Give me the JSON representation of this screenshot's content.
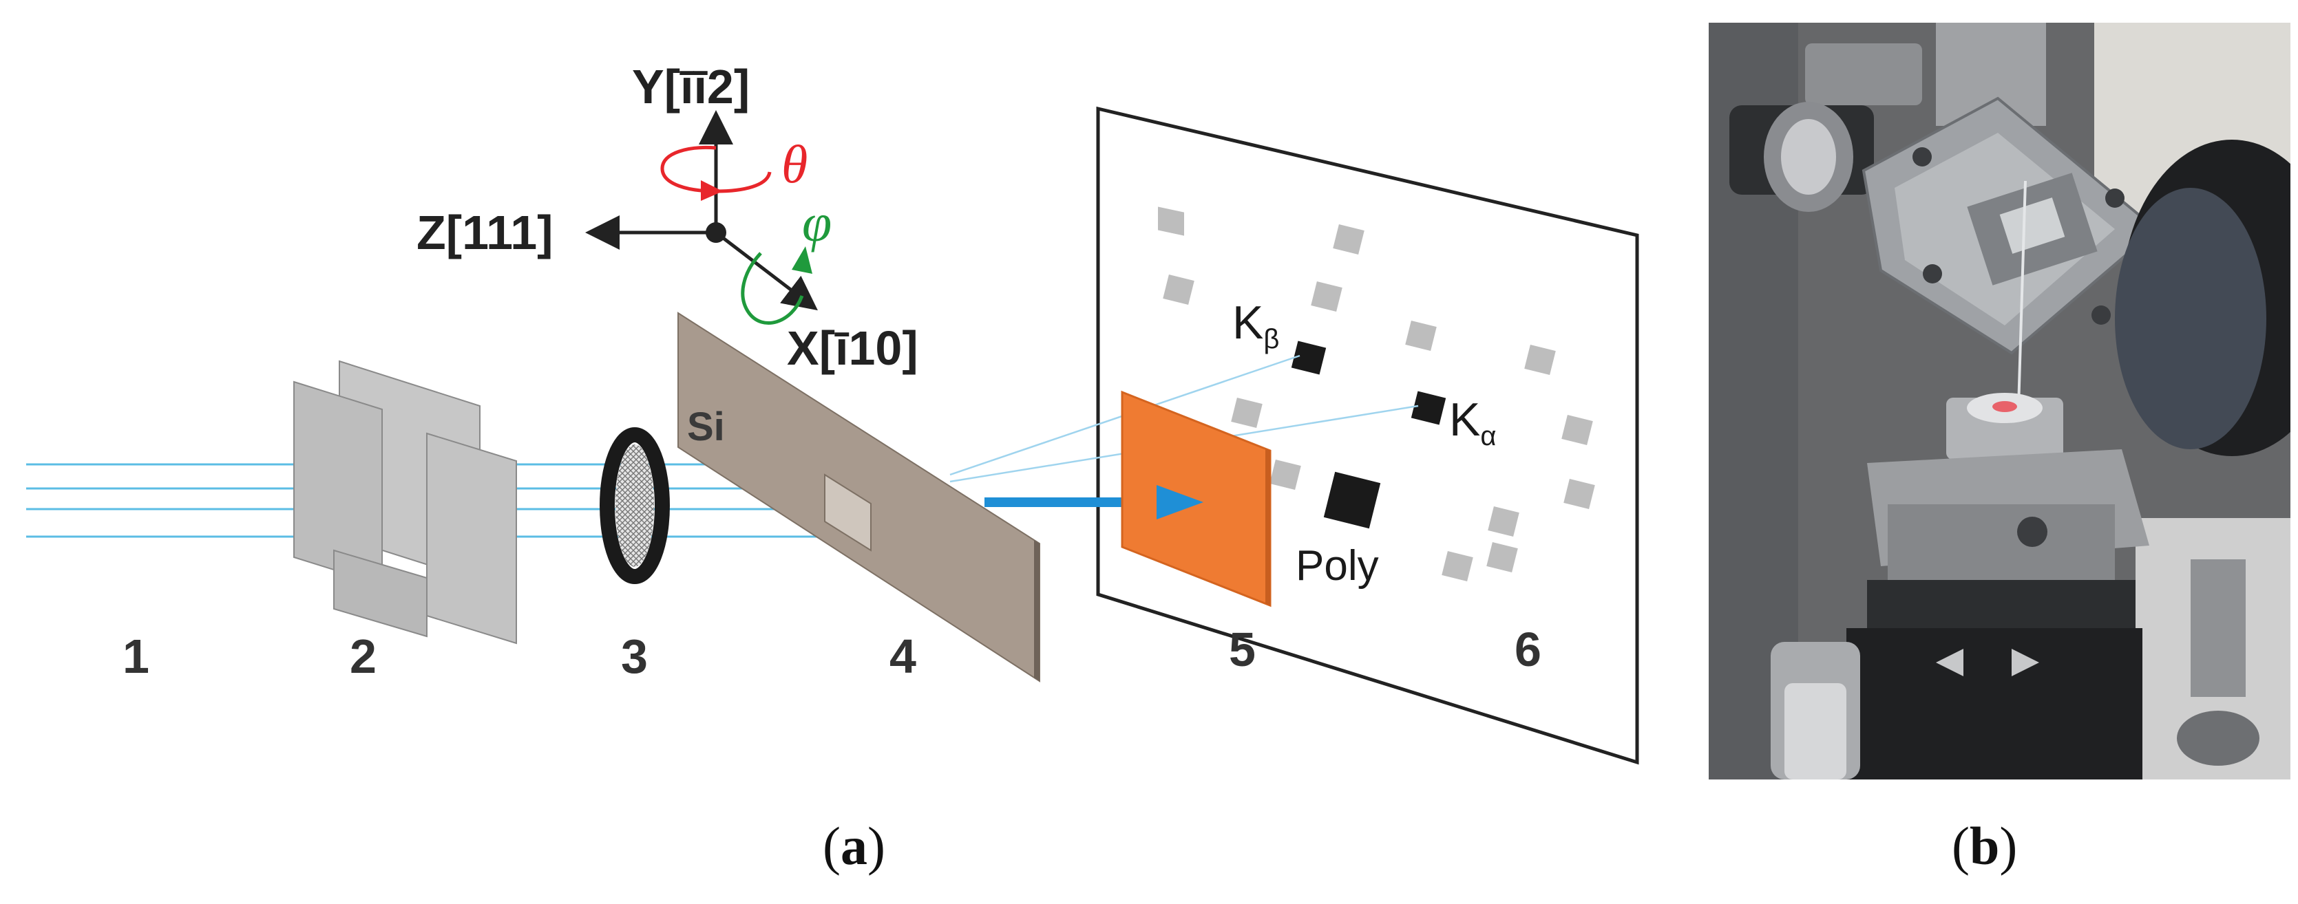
{
  "figure_a": {
    "axes": {
      "y": {
        "prefix": "Y[",
        "index": "īī2",
        "suffix": "]"
      },
      "z": "Z[111]",
      "x": {
        "prefix": "X[",
        "index": "ī10",
        "suffix": "]"
      },
      "theta": "θ",
      "phi": "φ"
    },
    "crystal_label": "Si",
    "reflections": {
      "k_beta": {
        "main": "K",
        "sub": "β"
      },
      "k_alpha": {
        "main": "K",
        "sub": "α"
      },
      "poly": "Poly"
    },
    "component_numbers": [
      "1",
      "2",
      "3",
      "4",
      "5",
      "6"
    ],
    "colors": {
      "beam": "#5bbde4",
      "arrow": "#1f8fd6",
      "theta": "#e8262b",
      "phi": "#1f9a3c",
      "detector": "#ef7b32",
      "crystal": "#a89a8e",
      "slits": "#bfbfbf"
    }
  },
  "captions": {
    "a": {
      "open": "(",
      "letter": "a",
      "close": ")"
    },
    "b": {
      "open": "(",
      "letter": "b",
      "close": ")"
    }
  }
}
